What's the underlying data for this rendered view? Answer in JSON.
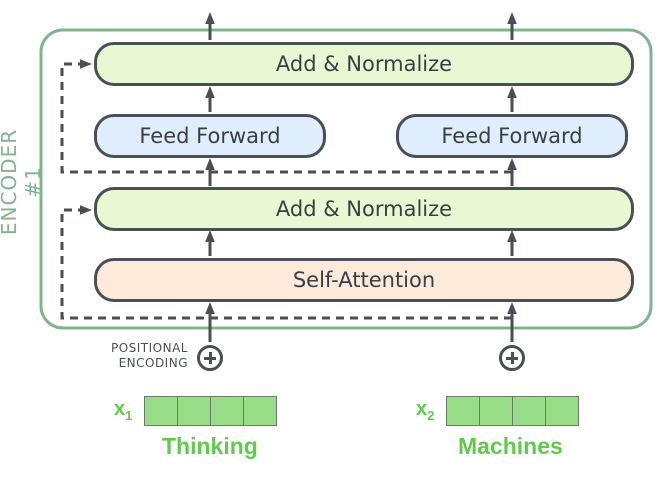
{
  "encoder": {
    "label": "ENCODER #1"
  },
  "layers": {
    "add_normalize_top": "Add & Normalize",
    "feed_forward_left": "Feed Forward",
    "feed_forward_right": "Feed Forward",
    "add_normalize_bottom": "Add & Normalize",
    "self_attention": "Self-Attention"
  },
  "positional_encoding": {
    "line1": "POSITIONAL",
    "line2": "ENCODING"
  },
  "inputs": [
    {
      "symbol": "x",
      "subscript": "1",
      "word": "Thinking",
      "cells": 4
    },
    {
      "symbol": "x",
      "subscript": "2",
      "word": "Machines",
      "cells": 4
    }
  ],
  "colors": {
    "encoder_border": "#7fb48d",
    "add_normalize": "#e8f8d3",
    "feed_forward": "#deeefc",
    "self_attention": "#fdeadb",
    "input_text": "#5fca4c",
    "vector_cell": "#98dd88",
    "stroke": "#4a4f55"
  }
}
